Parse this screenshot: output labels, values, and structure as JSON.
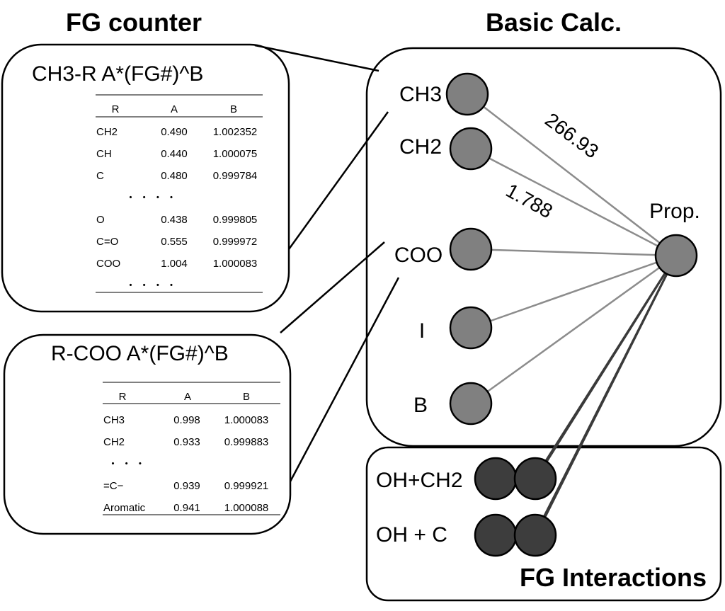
{
  "headings": {
    "fg_counter": "FG counter",
    "basic_calc": "Basic Calc.",
    "fg_interactions": "FG Interactions"
  },
  "table1": {
    "title": "CH3-R   A*(FG#)^B",
    "headers": [
      "R",
      "A",
      "B"
    ],
    "rows": [
      [
        "CH2",
        "0.490",
        "1.002352"
      ],
      [
        "CH",
        "0.440",
        "1.000075"
      ],
      [
        "C",
        "0.480",
        "0.999784"
      ],
      [
        "・ ・ ・ ・",
        "",
        ""
      ],
      [
        "O",
        "0.438",
        "0.999805"
      ],
      [
        "C=O",
        "0.555",
        "0.999972"
      ],
      [
        "COO",
        "1.004",
        "1.000083"
      ],
      [
        "・ ・ ・ ・",
        "",
        ""
      ]
    ]
  },
  "table2": {
    "title": "R-COO   A*(FG#)^B",
    "headers": [
      "R",
      "A",
      "B"
    ],
    "rows": [
      [
        "CH3",
        "0.998",
        "1.000083"
      ],
      [
        "CH2",
        "0.933",
        "0.999883"
      ],
      [
        "・ ・ ・",
        "",
        ""
      ],
      [
        "=C−",
        "0.939",
        "0.999921"
      ],
      [
        "Aromatic",
        "0.941",
        "1.000088"
      ]
    ]
  },
  "network": {
    "inputs": [
      "CH3",
      "CH2",
      "COO",
      "I",
      "B"
    ],
    "output": "Prop.",
    "weights": [
      "266.93",
      "1.788"
    ],
    "interactions": [
      "OH+CH2",
      "OH + C"
    ]
  },
  "colors": {
    "node_fill": "#808080",
    "interaction_fill": "#3d3d3d",
    "edge": "#8c8c8c",
    "interaction_edge": "#3a3a3a",
    "stroke": "#000000"
  }
}
